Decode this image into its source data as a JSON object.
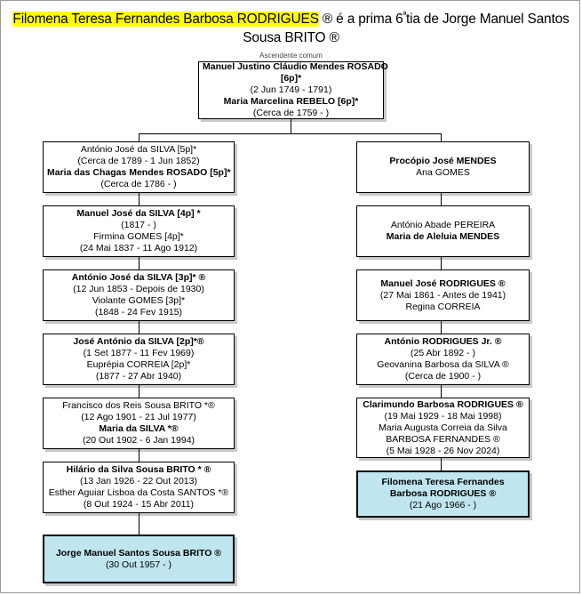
{
  "title": {
    "highlighted": "Filomena Teresa Fernandes Barbosa RODRIGUES",
    "rest_before_sup": " ® é a prima 6",
    "superscript": "ª",
    "rest_after_sup": "tia de Jorge Manuel Santos Sousa BRITO ®"
  },
  "ancestor_label": "Ascendente comum",
  "colors": {
    "highlight_marker": "#ffff00",
    "selected_box_fill": "#bfe6ef",
    "box_shadow": "#c8c8c8",
    "box_border": "#000000",
    "page_border": "#9a9a9a"
  },
  "root": {
    "name": "Manuel Justino Cláudio Mendes ROSADO",
    "name2": "[6p]*",
    "dates": "(2 Jun 1749 - 1791)",
    "spouse": "Maria Marcelina REBELO [6p]*",
    "spouse_dates": "(Cerca de 1759 -            )"
  },
  "left_column": [
    {
      "name": "António José da SILVA [5p]*",
      "dates": "(Cerca de 1789 - 1 Jun 1852)",
      "spouse": "Maria das Chagas Mendes ROSADO [5p]*",
      "spouse_dates": "(Cerca de 1786 -            )",
      "name_bold": false,
      "spouse_bold": true
    },
    {
      "name": "Manuel José da SILVA [4p] *",
      "dates": "(1817 -              )",
      "spouse": "Firmina GOMES [4p]*",
      "spouse_dates": "(24 Mai 1837 - 11 Ago 1912)",
      "name_bold": true,
      "spouse_bold": false
    },
    {
      "name": "António José da SILVA [3p]* ®",
      "dates": "(12 Jun 1853 - Depois de 1930)",
      "spouse": "Violante GOMES [3p]*",
      "spouse_dates": "(1848 - 24 Fev 1915)",
      "name_bold": true,
      "spouse_bold": false
    },
    {
      "name": "José António da SILVA [2p]*®",
      "dates": "(1 Set 1877 - 11 Fev 1969)",
      "spouse": "Euprépia CORREIA [2p]*",
      "spouse_dates": "(1877 - 27 Abr 1940)",
      "name_bold": true,
      "spouse_bold": false
    },
    {
      "name": "Francisco dos Reis Sousa BRITO *®",
      "dates": "(12 Ago 1901 - 21 Jul 1977)",
      "spouse": "Maria da SILVA *®",
      "spouse_dates": "(20 Out 1902 - 6 Jan 1994)",
      "name_bold": false,
      "spouse_bold": true
    },
    {
      "name": "Hilário da Silva Sousa BRITO * ®",
      "dates": "(13 Jan 1926 - 22 Out 2013)",
      "spouse": "Esther Aguiar Lisboa da Costa SANTOS *®",
      "spouse_dates": "(8 Out 1924 - 15 Abr 2011)",
      "name_bold": true,
      "spouse_bold": false
    }
  ],
  "left_target": {
    "name": "Jorge Manuel Santos Sousa BRITO ®",
    "dates": "(30 Out 1957 -            )"
  },
  "right_column": [
    {
      "name": "Procópio José MENDES",
      "dates": "",
      "spouse": "Ana GOMES",
      "spouse_dates": "",
      "name_bold": true,
      "spouse_bold": false
    },
    {
      "name": "António Abade PEREIRA",
      "dates": "",
      "spouse": "Maria de Aleluia MENDES",
      "spouse_dates": "",
      "name_bold": false,
      "spouse_bold": true
    },
    {
      "name": "Manuel José RODRIGUES ®",
      "dates": "(27 Mai 1861 - Antes de 1941)",
      "spouse": "Regina CORREIA",
      "spouse_dates": "",
      "name_bold": true,
      "spouse_bold": false
    },
    {
      "name": "António RODRIGUES Jr. ®",
      "dates": "(25 Abr 1892 -             )",
      "spouse": "Geovanina Barbosa da SILVA ®",
      "spouse_dates": "(Cerca de 1900 -           )",
      "name_bold": true,
      "spouse_bold": false
    },
    {
      "name": "Clarimundo Barbosa RODRIGUES ®",
      "dates": "(19 Mai 1929 - 18 Mai 1998)",
      "spouse": "Maria Augusta Correia da Silva BARBOSA FERNANDES ®",
      "spouse_dates": "(5 Mai 1928 - 26 Nov 2024)",
      "name_bold": true,
      "spouse_bold": false
    }
  ],
  "right_target": {
    "name": "Filomena Teresa Fernandes Barbosa RODRIGUES ®",
    "dates": "(21 Ago 1966 -            )"
  }
}
